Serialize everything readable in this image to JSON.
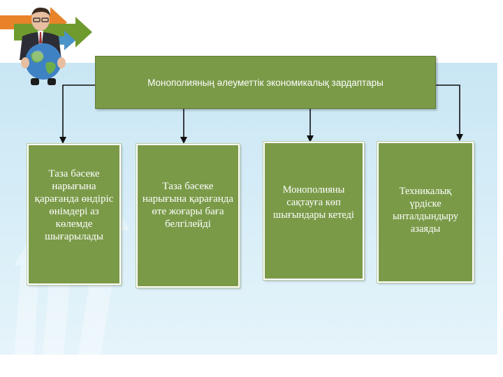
{
  "title": "Монополияның әлеуметтік экономикалық зардаптары",
  "boxes": [
    {
      "text": "Таза бәсеке нарығына қарағанда өндіріс өнімдері аз көлемде шығарылады"
    },
    {
      "text": "Таза бәсеке нарығына қарағанда өте жоғары баға белгілейді"
    },
    {
      "text": "Монополияны сақтауға көп шығындары кетеді"
    },
    {
      "text": "Техникалық үрдіске ынталдындыру азаяды"
    }
  ],
  "colors": {
    "box_green": "#7a9a48",
    "background_blue": "#c9e6f4",
    "arrow_orange": "#e8832a",
    "arrow_green": "#6f9a2e",
    "arrow_blue": "#4a93c8"
  },
  "icons": [
    "businessman-with-globe-icon",
    "header-arrow-orange",
    "header-arrow-green",
    "header-arrow-blue"
  ]
}
